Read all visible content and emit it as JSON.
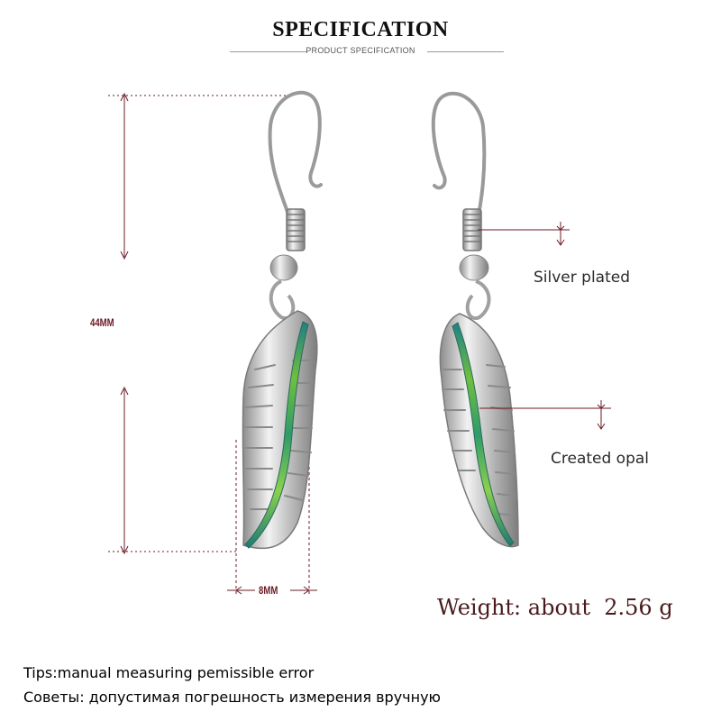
{
  "header": {
    "title": "SPECIFICATION",
    "subtitle": "PRODUCT SPECIFICATION"
  },
  "dimensions": {
    "height_label": "44MM",
    "width_label": "8MM"
  },
  "callouts": {
    "material": "Silver plated",
    "stone": "Created opal"
  },
  "weight": {
    "label": "Weight: about",
    "value": "2.56 g"
  },
  "tips": {
    "english": "Tips:manual measuring pemissible error",
    "russian": "Советы: допустимая погрешность измерения вручную"
  },
  "colors": {
    "dimension_line": "#6b1a25",
    "silver": "#c9c9c9",
    "opal": "#3aa37a"
  }
}
